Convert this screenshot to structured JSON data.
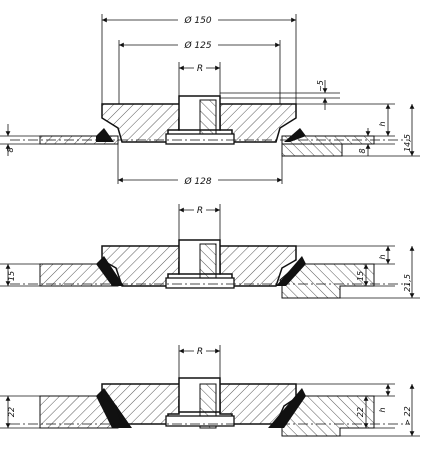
{
  "views": [
    {
      "id": "top",
      "dims": {
        "d150": "Ø 150",
        "d125": "Ø 125",
        "r": "R",
        "approx5": "~5",
        "d128": "Ø 128",
        "left_thk": "8",
        "h": "h",
        "right_thk": "8",
        "total": "14,5"
      }
    },
    {
      "id": "middle",
      "dims": {
        "r": "R",
        "left_thk": "15",
        "h": "h",
        "right_thk": "15",
        "total": "21,5"
      }
    },
    {
      "id": "bottom",
      "dims": {
        "r": "R",
        "left_thk": "22",
        "h": "h",
        "right_thk": "22",
        "total": "> 22"
      }
    }
  ]
}
